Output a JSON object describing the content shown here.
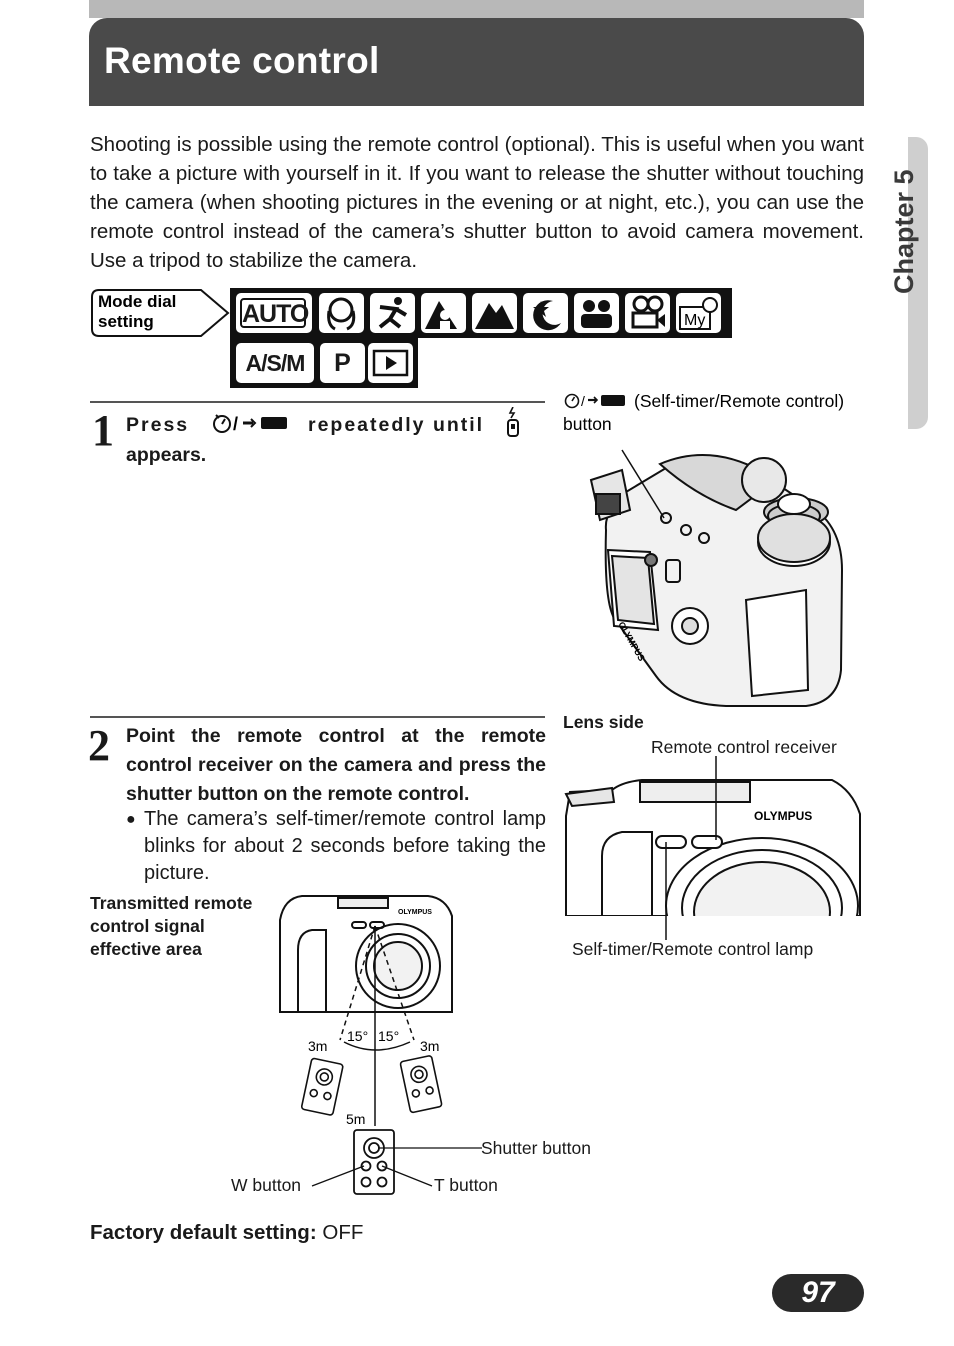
{
  "page": {
    "title": "Remote control",
    "chapter": "Chapter 5",
    "intro": "Shooting is possible using the remote control (optional). This is useful when you want to take a picture with yourself in it. If you want to release the shutter without touching the camera (when shooting pictures in the evening or at night, etc.), you can use the remote control instead of the camera’s shutter button to avoid camera movement. Use a tripod to stabilize the camera.",
    "page_number": "97"
  },
  "mode_dial": {
    "label_line1": "Mode dial",
    "label_line2": "setting",
    "auto": "AUTO",
    "asm": "A/S/M",
    "p": "P"
  },
  "step1": {
    "number": "1",
    "text_press": "Press",
    "text_mid": "repeatedly until",
    "text_end": "appears."
  },
  "figure_top": {
    "caption_line1": "(Self-timer/Remote control)",
    "caption_line2": "button",
    "brand": "OLYMPUS"
  },
  "step2": {
    "number": "2",
    "text": "Point the remote control at the remote control receiver on the camera and press the shutter button on the remote control.",
    "bullet": "The camera’s self-timer/remote control lamp blinks for about 2 seconds before taking the picture."
  },
  "lens_figure": {
    "heading": "Lens side",
    "receiver_label": "Remote control receiver",
    "lamp_label": "Self-timer/Remote control lamp",
    "brand": "OLYMPUS"
  },
  "range_figure": {
    "caption_line1": "Transmitted remote",
    "caption_line2": "control signal",
    "caption_line3": "effective area",
    "angle_left": "15°",
    "angle_right": "15°",
    "dist_left": "3m",
    "dist_right": "3m",
    "dist_center": "5m",
    "shutter_label": "Shutter button",
    "w_label": "W button",
    "t_label": "T button",
    "brand": "OLYMPUS"
  },
  "factory": {
    "label": "Factory default setting:",
    "value": "OFF"
  }
}
